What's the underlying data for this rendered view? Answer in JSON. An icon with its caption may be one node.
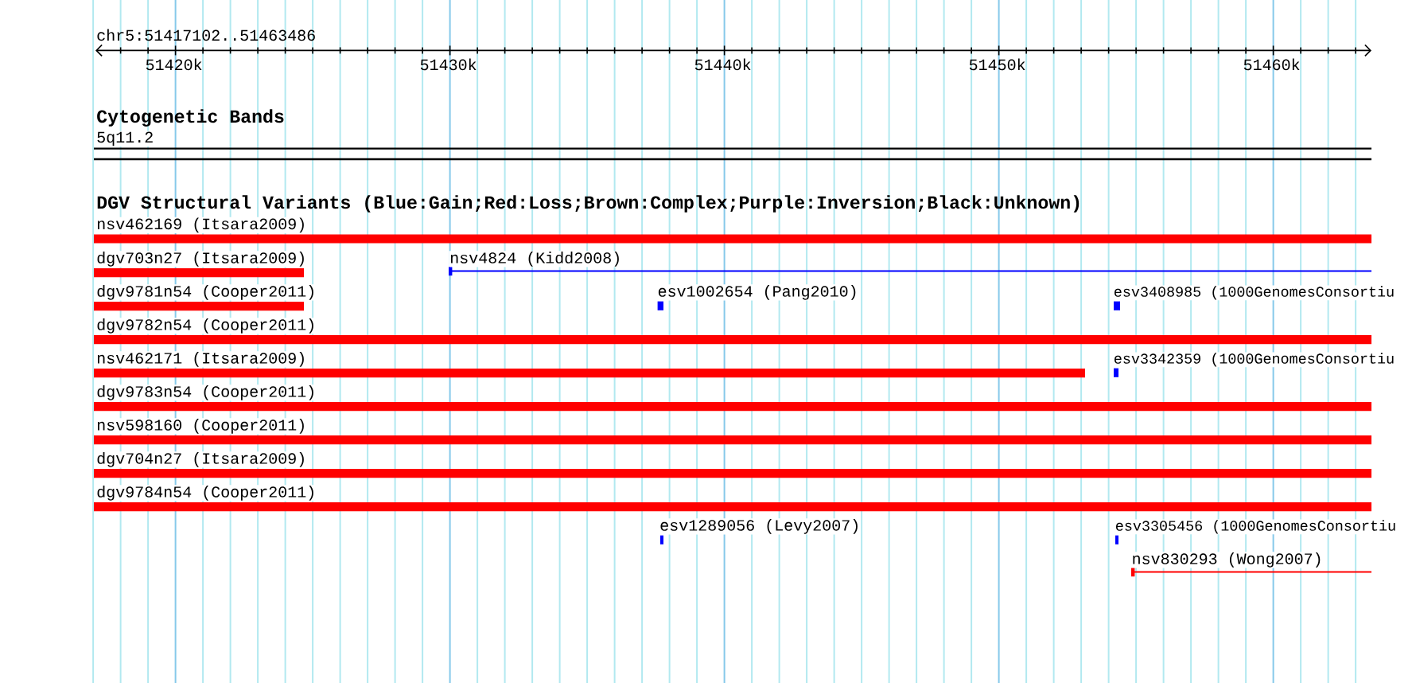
{
  "diagram": {
    "nodes": [
      {
        "text": [
          "5q11.2"
        ]
      },
      {
        "text": [
          "nsv462169 (Itsara2009)"
        ]
      },
      {
        "text": [
          "dgv703n27 (Itsara2009)"
        ]
      },
      {
        "text": [
          "nsv4824 (Kidd2008)"
        ]
      },
      {
        "text": [
          "dgv9781n54 (Cooper2011)"
        ]
      },
      {
        "text": [
          "esv1002654 (Pang2010)"
        ]
      },
      {
        "text": [
          "esv3408985 (1000GenomesConsortiu"
        ]
      },
      {
        "text": [
          "dgv9782n54 (Cooper2011)"
        ]
      },
      {
        "text": [
          "nsv462171 (Itsara2009)"
        ]
      },
      {
        "text": [
          "esv3342359 (1000GenomesConsortiu"
        ]
      },
      {
        "text": [
          "dgv9783n54 (Cooper2011)"
        ]
      },
      {
        "text": [
          "nsv598160 (Cooper2011)"
        ]
      },
      {
        "text": [
          "dgv704n27 (Itsara2009)"
        ]
      },
      {
        "text": [
          "dgv9784n54 (Cooper2011)"
        ]
      },
      {
        "text": [
          "esv1289056 (Levy2007)"
        ]
      },
      {
        "text": [
          "esv3305456 (1000GenomesConsortiu"
        ]
      },
      {
        "text": [
          "nsv830293 (Wong2007)"
        ]
      }
    ],
    "labels": [
      "chr5:51417102..51463486",
      "51420k",
      "51430k",
      "51440k",
      "51450k",
      "51460k",
      "Cytogenetic Bands",
      "DGV Structural Variants (Blue:Gain;Red:Loss;Brown:Complex;Purple:Inversion;Black:Unknown)"
    ]
  }
}
